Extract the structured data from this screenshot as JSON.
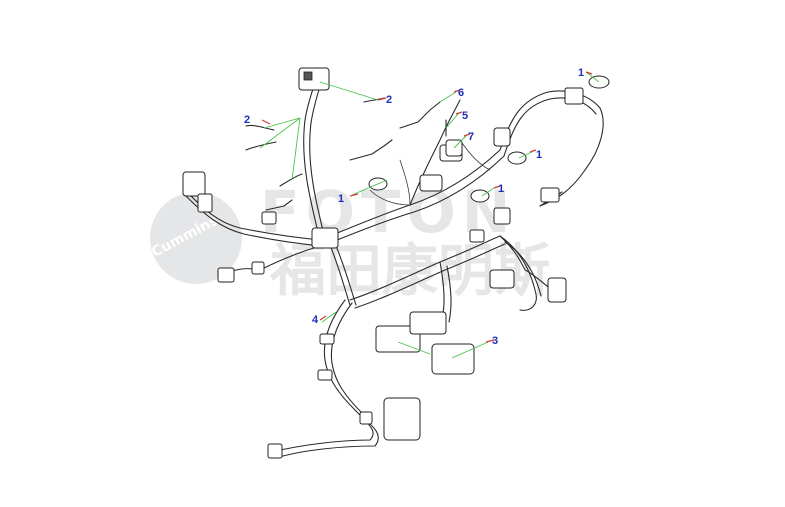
{
  "watermark": {
    "brand_latin": "Cummins",
    "brand_chinese": "福田康明斯"
  },
  "callouts": [
    {
      "id": "c1a",
      "label": "1"
    },
    {
      "id": "c1b",
      "label": "1"
    },
    {
      "id": "c1c",
      "label": "1"
    },
    {
      "id": "c1d",
      "label": "1"
    },
    {
      "id": "c2a",
      "label": "2"
    },
    {
      "id": "c2b",
      "label": "2"
    },
    {
      "id": "c3",
      "label": "3"
    },
    {
      "id": "c4",
      "label": "4"
    },
    {
      "id": "c5",
      "label": "5"
    },
    {
      "id": "c6",
      "label": "6"
    },
    {
      "id": "c7",
      "label": "7"
    }
  ],
  "colors": {
    "callout_text": "#1d2dbd",
    "leader_line": "#49c24a",
    "tick_mark": "#d23a3a",
    "watermark": "#e4e6e8"
  }
}
